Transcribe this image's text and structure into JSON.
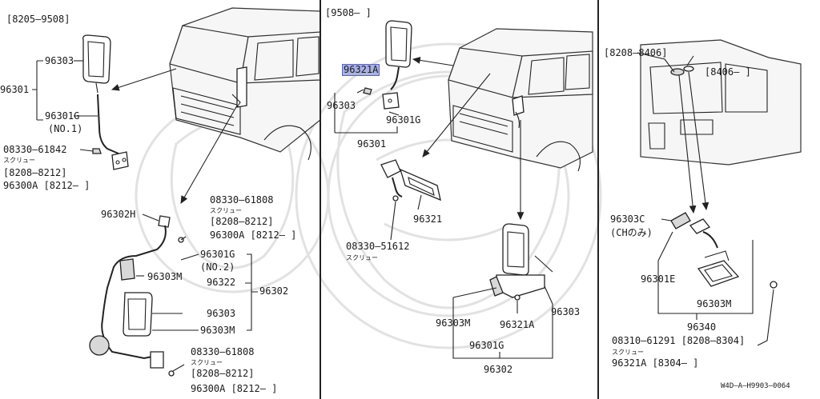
{
  "panels": {
    "left": {
      "range": "[8205–9508]",
      "labels": {
        "p96303": "96303",
        "p96301": "96301",
        "p96301g": "96301G",
        "no1": "(NO.1)",
        "screw1": "08330–61842",
        "screw1_jp": "スクリュー",
        "range1": "[8208–8212]",
        "p96300a": "96300A [8212–       ]",
        "p96302h": "96302H",
        "screw2": "08330–61808",
        "screw2_jp": "スクリュー",
        "range2": "[8208–8212]",
        "p96300a2": "96300A [8212–       ]",
        "p96301g2": "96301G",
        "no2": "(NO.2)",
        "p96303m": "96303M",
        "p96322": "96322",
        "p96302": "96302",
        "p96303b": "96303",
        "p96303m2": "96303M",
        "screw3": "08330–61808",
        "screw3_jp": "スクリュー",
        "range3": "[8208–8212]",
        "p96300a3": "96300A [8212–       ]"
      }
    },
    "middle": {
      "range": "[9508–         ]",
      "labels": {
        "p96321a": "96321A",
        "p96303": "96303",
        "p96301g": "96301G",
        "p96301": "96301",
        "p96321": "96321",
        "screw": "08330–51612",
        "screw_jp": "スクリュー",
        "p96303m": "96303M",
        "p96321a2": "96321A",
        "p96303b": "96303",
        "p96301g2": "96301G",
        "p96302": "96302"
      }
    },
    "right": {
      "range1": "[8208–8406]",
      "range2": "[8406–         ]",
      "labels": {
        "p96303c": "96303C",
        "ch_only": "(CHのみ)",
        "p96301e": "96301E",
        "p96303m": "96303M",
        "p96340": "96340",
        "screw": "08310–61291 [8208–8304]",
        "screw_jp": "スクリュー",
        "p96321a": "96321A [8304–        ]"
      }
    }
  },
  "footer_code": "W4D–A–H9903–0064",
  "colors": {
    "highlight": "#a9b2e6",
    "line": "#222222"
  }
}
